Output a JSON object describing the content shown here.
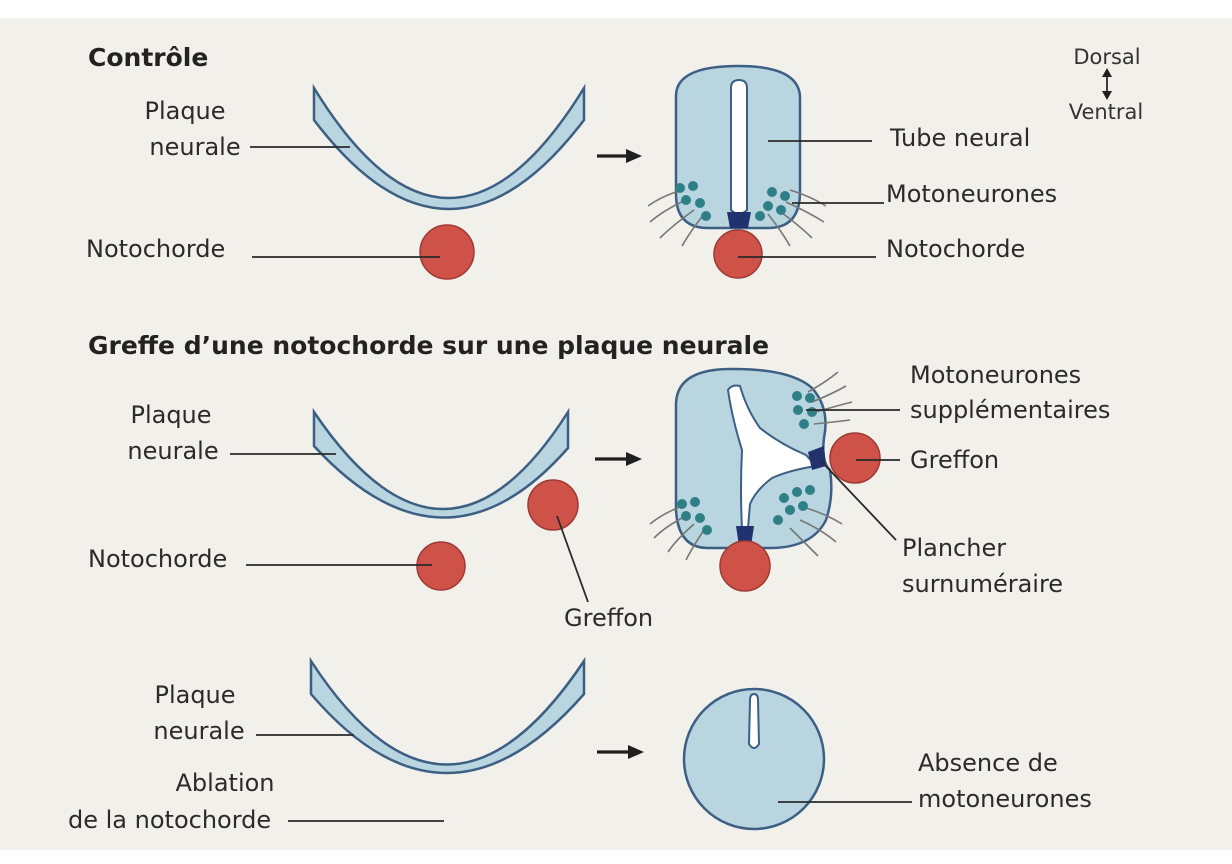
{
  "orientation": {
    "dorsal": "Dorsal",
    "ventral": "Ventral"
  },
  "control": {
    "title": "Contrôle",
    "plaque_line1": "Plaque",
    "plaque_line2": "neurale",
    "notochorde": "Notochorde",
    "tube_neural": "Tube neural",
    "motoneurones": "Motoneurones",
    "notochorde_right": "Notochorde"
  },
  "graft": {
    "title": "Greffe d’une notochorde sur une plaque neurale",
    "plaque_line1": "Plaque",
    "plaque_line2": "neurale",
    "notochorde": "Notochorde",
    "greffon_left": "Greffon",
    "motoneurones_line1": "Motoneurones",
    "motoneurones_line2": "supplémentaires",
    "greffon_right": "Greffon",
    "plancher_line1": "Plancher",
    "plancher_line2": "surnuméraire"
  },
  "ablation": {
    "plaque_line1": "Plaque",
    "plaque_line2": "neurale",
    "ablation_line1": "Ablation",
    "ablation_line2": "de la notochorde",
    "absence_line1": "Absence de",
    "absence_line2": "motoneurones"
  },
  "colors": {
    "tissue": "#b8d5e0",
    "outline": "#3d5f84",
    "notochord": "#cf5248",
    "motoneuron": "#2f7f86",
    "floor_plate": "#22326e",
    "background": "#f1f0ea"
  }
}
